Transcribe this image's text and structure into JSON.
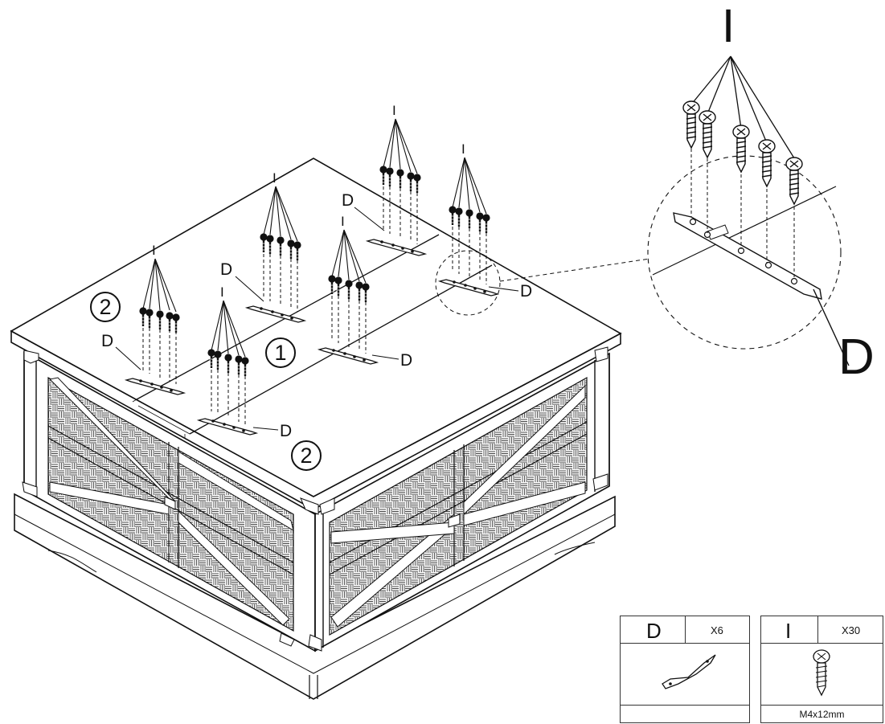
{
  "labels": {
    "bracket": "D",
    "screw": "I",
    "step_one": "1",
    "step_two": "2"
  },
  "parts_list": [
    {
      "letter": "D",
      "quantity": "X6",
      "spec": ""
    },
    {
      "letter": "I",
      "quantity": "X30",
      "spec": "M4x12mm"
    }
  ]
}
